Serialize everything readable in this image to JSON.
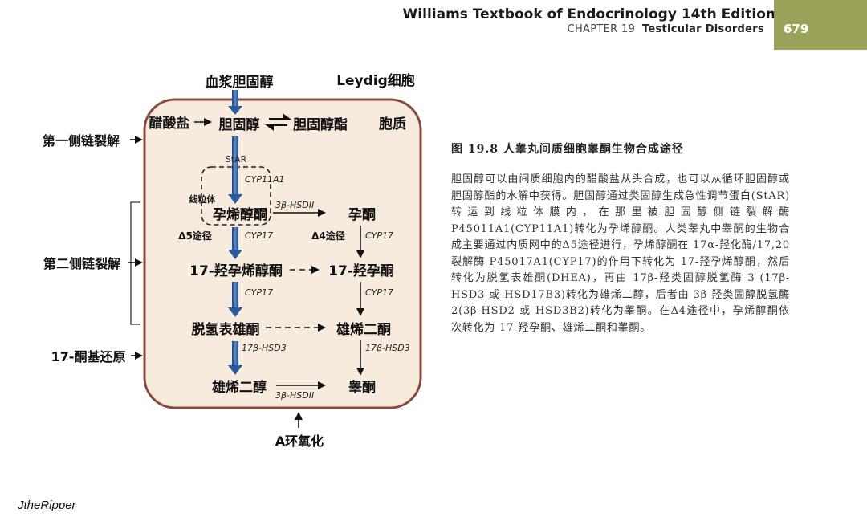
{
  "header": {
    "book_title": "Williams Textbook of Endocrinology 14th Edition",
    "chapter_label": "CHAPTER 19",
    "chapter_title": "Testicular Disorders",
    "page_number": "679"
  },
  "diagram": {
    "plasma_cholesterol": "血浆胆固醇",
    "leydig_cell": "Leydig细胞",
    "cytoplasm": "胞质",
    "acetate": "醋酸盐",
    "cholesterol": "胆固醇",
    "cholesteryl_ester": "胆固醇酯",
    "star": "StAR",
    "mitochondria": "线粒体",
    "cyp11a1": "CYP11A1",
    "hsd3b_ii": "3β-HSDII",
    "hsd3b_ii_bottom": "3β-HSDII",
    "pregnenolone": "孕烯醇酮",
    "progesterone": "孕酮",
    "delta5": "Δ5途径",
    "delta4": "Δ4途径",
    "cyp17_a": "CYP17",
    "cyp17_b": "CYP17",
    "cyp17_c": "CYP17",
    "cyp17_d": "CYP17",
    "oh_pregnenolone": "17-羟孕烯醇酮",
    "oh_progesterone": "17-羟孕酮",
    "dhea": "脱氢表雄酮",
    "androstenedione": "雄烯二酮",
    "hsd17b_left": "17β-HSD3",
    "hsd17b_right": "17β-HSD3",
    "androstenediol": "雄烯二醇",
    "testosterone": "睾酮",
    "first_cleavage": "第一侧链裂解",
    "second_cleavage": "第二侧链裂解",
    "ketoreduction": "17-酮基还原",
    "aromatization": "A环氧化",
    "colors": {
      "cell_fill": "#f7ebdd",
      "cell_border": "#8a4a3e",
      "arrow_blue": "#2b5aa0"
    }
  },
  "figure": {
    "caption": "图 19.8 人睾丸间质细胞睾酮生物合成途径",
    "description": "胆固醇可以由间质细胞内的醋酸盐从头合成，也可以从循环胆固醇或胆固醇酯的水解中获得。胆固醇通过类固醇生成急性调节蛋白(StAR)转运到线粒体膜内，在那里被胆固醇侧链裂解酶 P45011A1(CYP11A1)转化为孕烯醇酮。人类睾丸中睾酮的生物合成主要通过内质网中的Δ5途径进行，孕烯醇酮在 17α-羟化酶/17,20 裂解酶 P45017A1(CYP17)的作用下转化为 17-羟孕烯醇酮，然后转化为脱氢表雄酮(DHEA)，再由 17β-羟类固醇脱氢酶 3 (17β-HSD3 或 HSD17B3)转化为雄烯二醇，后者由 3β-羟类固醇脱氢酶 2(3β-HSD2 或 HSD3B2)转化为睾酮。在Δ4途径中，孕烯醇酮依次转化为 17-羟孕酮、雄烯二酮和睾酮。"
  },
  "watermark": "JtheRipper"
}
